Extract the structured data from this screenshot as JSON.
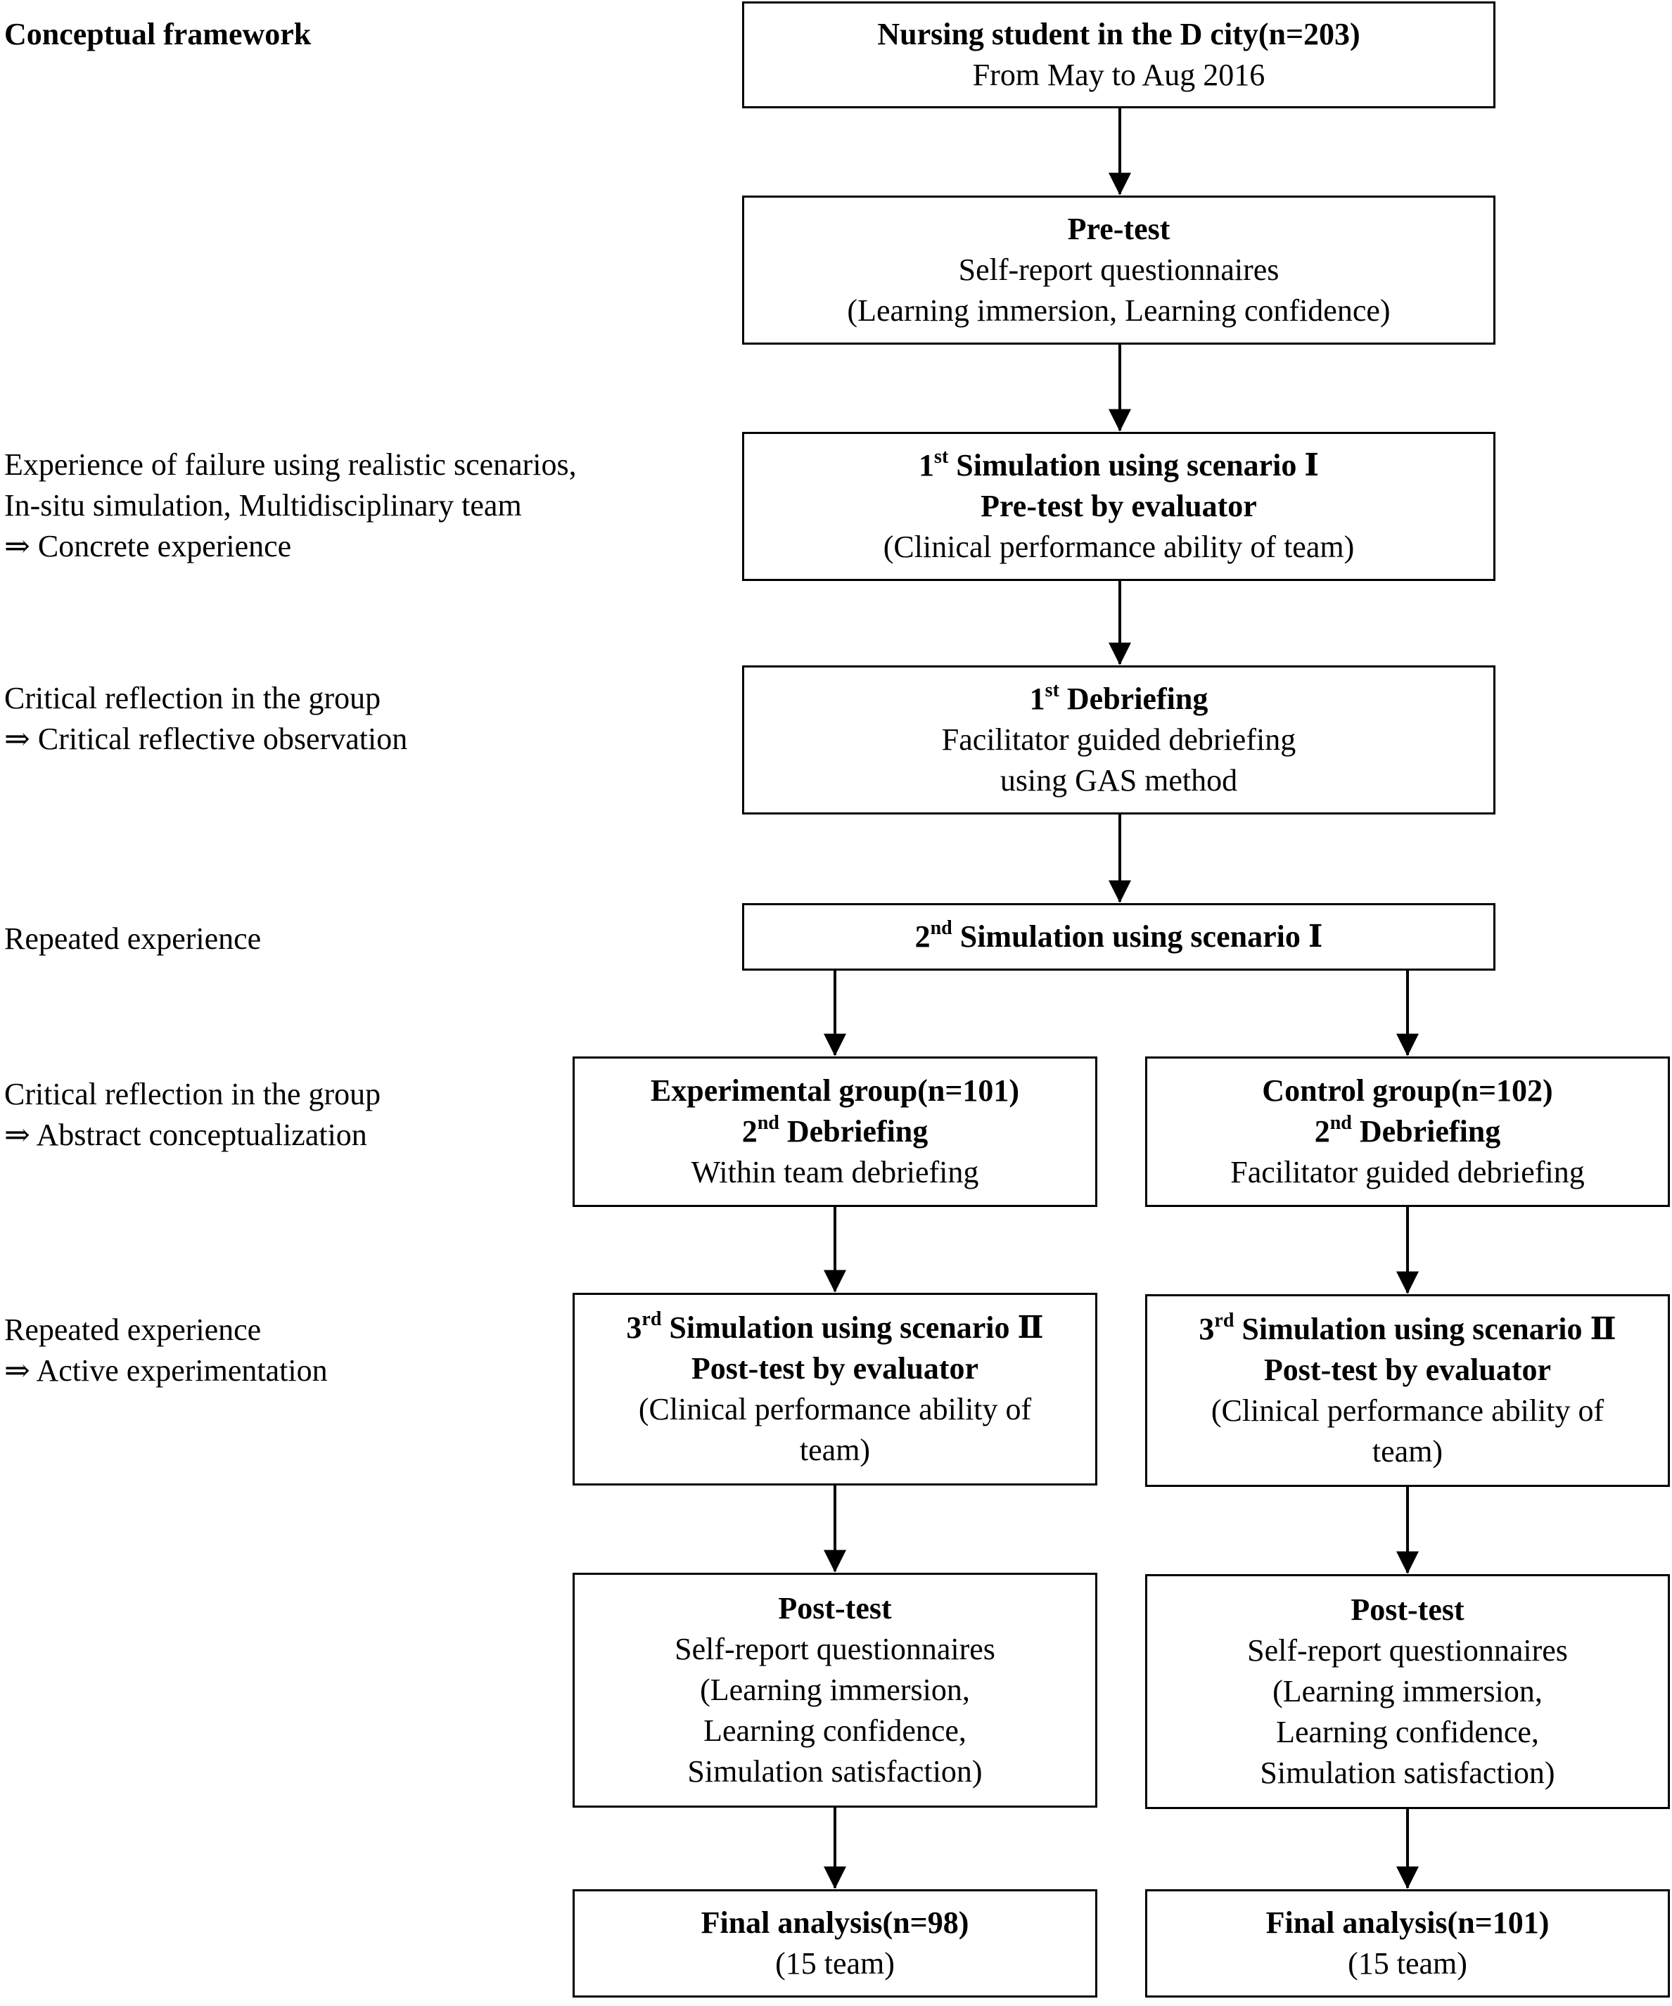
{
  "framework": {
    "title": "Conceptual framework",
    "labels": {
      "concrete": [
        "Experience of failure using realistic scenarios,",
        "In-situ simulation, Multidisciplinary team",
        "⇒ Concrete experience"
      ],
      "reflective": [
        "Critical reflection in the group",
        "⇒ Critical reflective observation"
      ],
      "repeated1": [
        "Repeated experience"
      ],
      "abstract": [
        "Critical reflection in the group",
        "⇒ Abstract conceptualization"
      ],
      "active": [
        "Repeated experience",
        "⇒ Active experimentation"
      ]
    }
  },
  "flow": {
    "enroll": {
      "title": "Nursing student in the D city(n=203)",
      "sub": "From May to Aug 2016"
    },
    "pretest": {
      "title": "Pre-test",
      "line1": "Self-report questionnaires",
      "line2": "(Learning immersion, Learning confidence)"
    },
    "sim1": {
      "ord": "1",
      "sup": "st",
      "title": " Simulation using scenario Ⅰ",
      "line2": "Pre-test by evaluator",
      "line3": "(Clinical performance ability of team)"
    },
    "debrief1": {
      "ord": "1",
      "sup": "st",
      "title": " Debriefing",
      "line2": "Facilitator guided debriefing",
      "line3": "using GAS method"
    },
    "sim2": {
      "ord": "2",
      "sup": "nd",
      "title": " Simulation using scenario Ⅰ"
    },
    "experimental": {
      "group": {
        "title": "Experimental group(n=101)",
        "ord": "2",
        "sup": "nd",
        "debrief": " Debriefing",
        "line3": "Within team debriefing"
      },
      "sim3": {
        "ord": "3",
        "sup": "rd",
        "title": " Simulation using scenario Ⅱ",
        "line2": "Post-test by evaluator",
        "line3": "(Clinical performance ability of",
        "line4": "team)"
      },
      "posttest": {
        "title": "Post-test",
        "line1": "Self-report questionnaires",
        "line2": "(Learning immersion,",
        "line3": "Learning confidence,",
        "line4": "Simulation satisfaction)"
      },
      "final": {
        "title": "Final analysis(n=98)",
        "sub": "(15 team)"
      }
    },
    "control": {
      "group": {
        "title": "Control group(n=102)",
        "ord": "2",
        "sup": "nd",
        "debrief": " Debriefing",
        "line3": "Facilitator guided debriefing"
      },
      "sim3": {
        "ord": "3",
        "sup": "rd",
        "title": " Simulation using scenario Ⅱ",
        "line2": "Post-test by evaluator",
        "line3": "(Clinical performance ability of",
        "line4": "team)"
      },
      "posttest": {
        "title": "Post-test",
        "line1": "Self-report questionnaires",
        "line2": "(Learning immersion,",
        "line3": "Learning confidence,",
        "line4": "Simulation satisfaction)"
      },
      "final": {
        "title": "Final analysis(n=101)",
        "sub": "(15 team)"
      }
    }
  }
}
